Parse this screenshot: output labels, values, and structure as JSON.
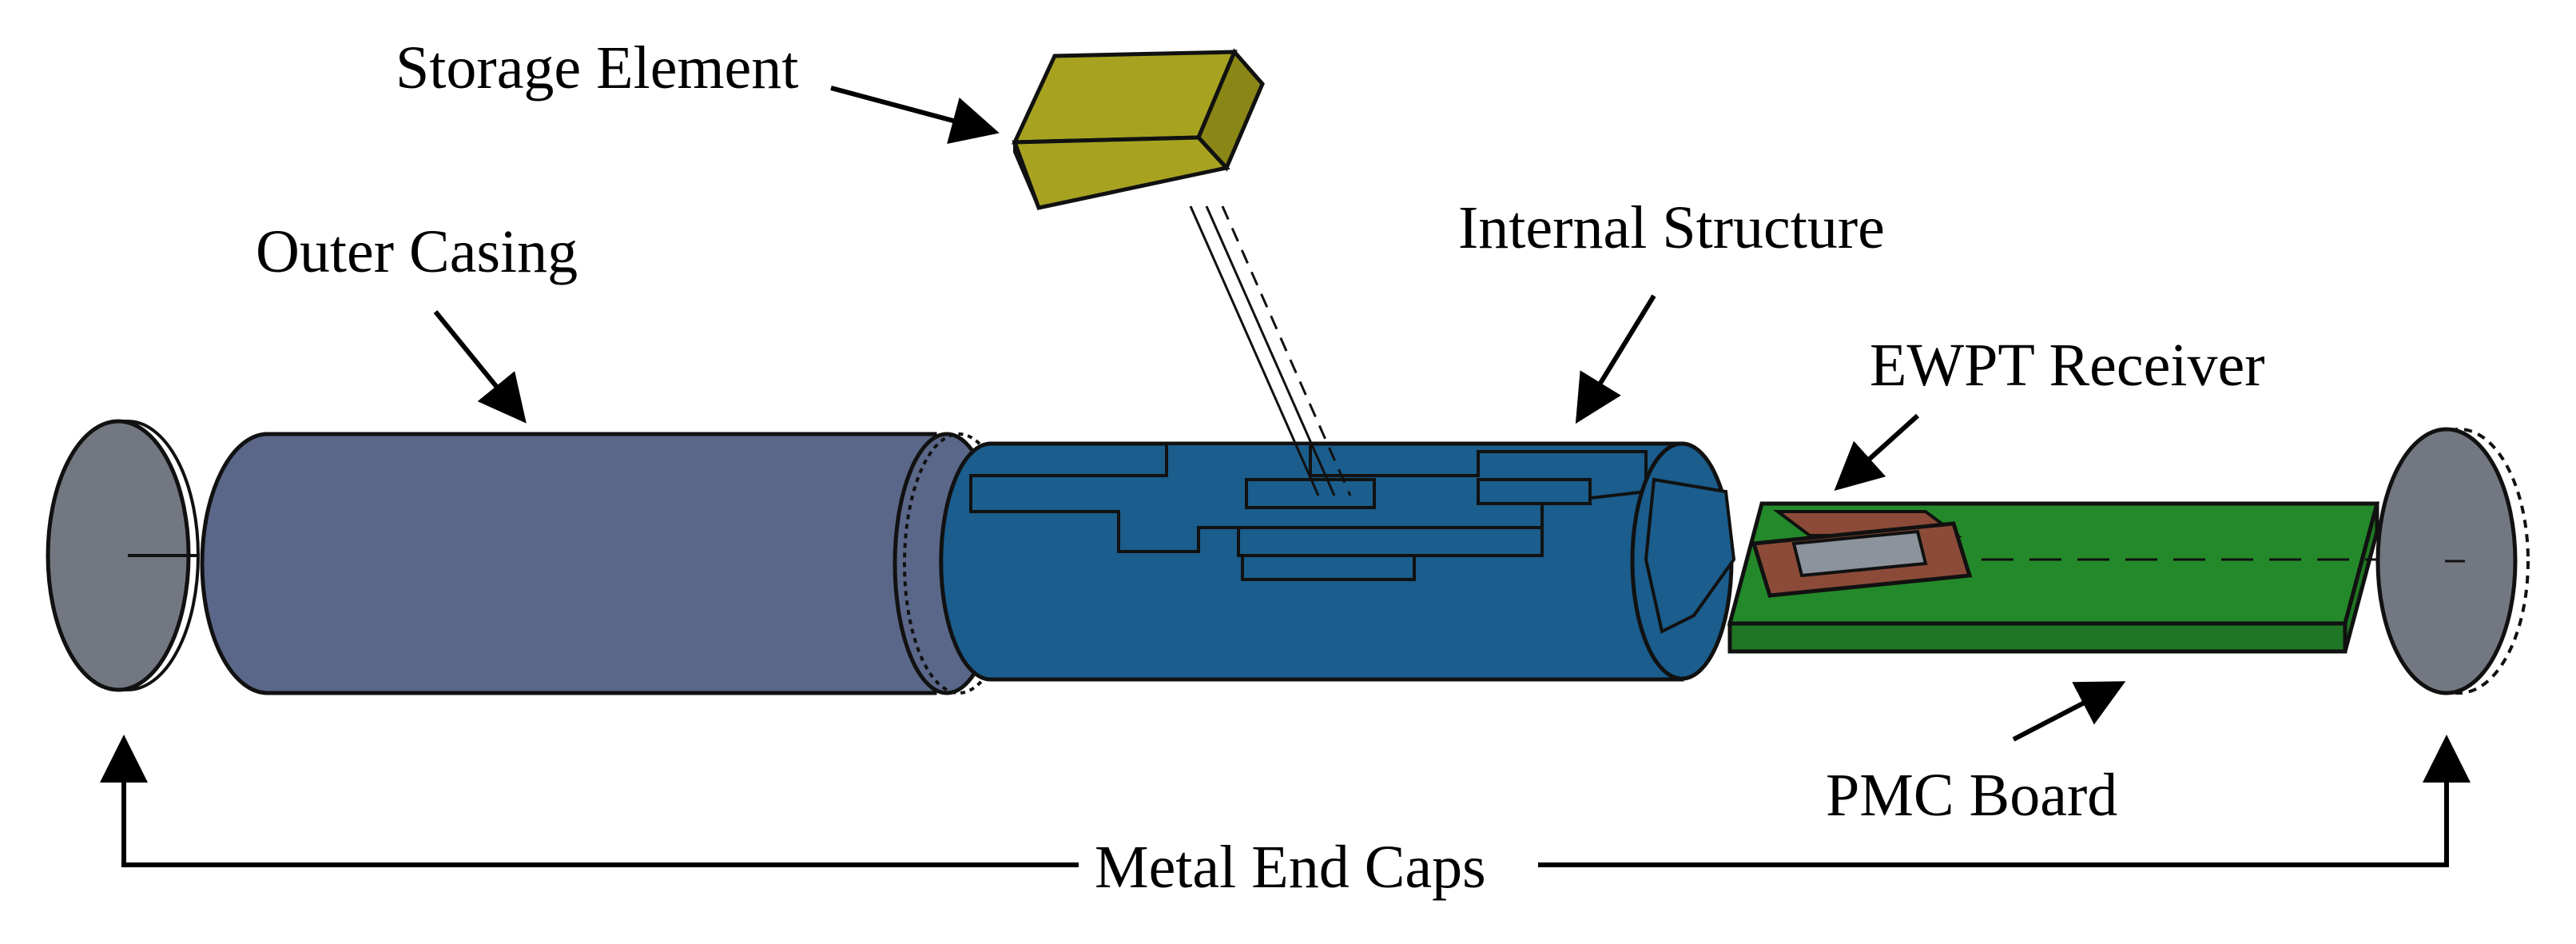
{
  "labels": {
    "storage_element": "Storage Element",
    "outer_casing": "Outer Casing",
    "internal_structure": "Internal Structure",
    "ewpt_receiver": "EWPT Receiver",
    "pmc_board": "PMC Board",
    "metal_end_caps": "Metal End Caps"
  },
  "colors": {
    "outer_casing": "#5a6788",
    "internal_structure": "#1b5d8c",
    "storage_element": "#a7a321",
    "pmc_board": "#24892a",
    "ewpt_receiver": "#8c4b38",
    "end_cap": "#737781",
    "outline": "#111111"
  }
}
